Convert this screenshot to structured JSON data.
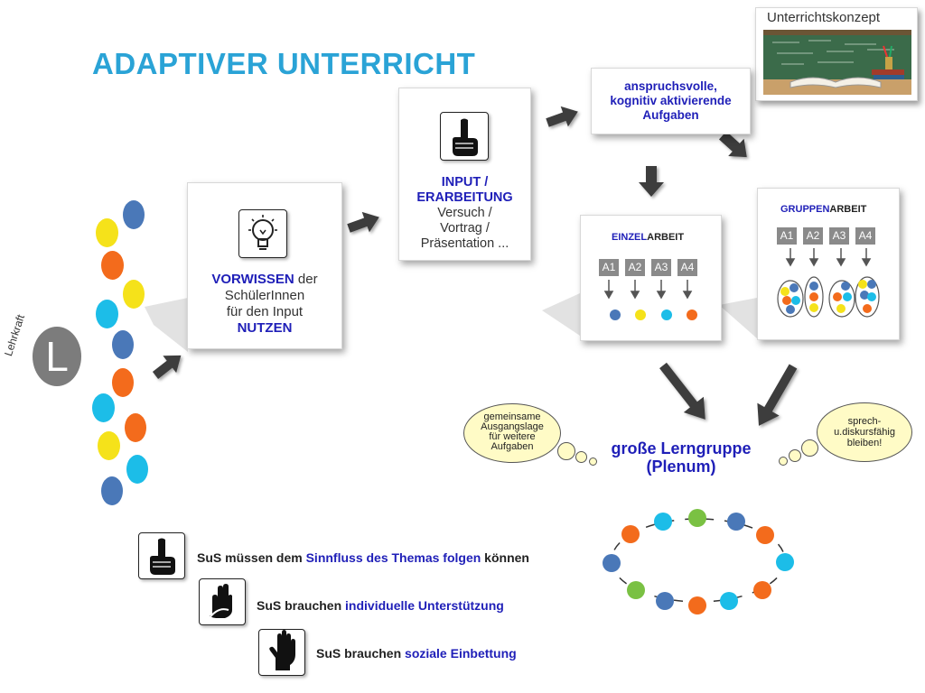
{
  "title": "ADAPTIVER UNTERRICHT",
  "concept_label": "Unterrichtskonzept",
  "teacher": {
    "letter": "L",
    "label": "Lehrkraft"
  },
  "box_vorwissen": {
    "part1": "VORWISSEN",
    "part2": " der",
    "line2": "SchülerInnen",
    "line3": "für den Input",
    "line4": "NUTZEN"
  },
  "box_input": {
    "line1": "INPUT /",
    "line2": "ERARBEITUNG",
    "line3": "Versuch /",
    "line4": "Vortrag /",
    "line5": "Präsentation ..."
  },
  "box_aufgaben": {
    "line1": "anspruchsvolle,",
    "line2": "kognitiv aktivierende",
    "line3": "Aufgaben"
  },
  "box_einzel": {
    "part1": "EINZEL",
    "part2": "ARBEIT",
    "tags": [
      "A1",
      "A2",
      "A3",
      "A4"
    ]
  },
  "box_gruppen": {
    "part1": "GRUPPEN",
    "part2": "ARBEIT",
    "tags": [
      "A1",
      "A2",
      "A3",
      "A4"
    ]
  },
  "plenum": {
    "line1": "große Lerngruppe",
    "line2": "(Plenum)"
  },
  "thought_left": {
    "line1": "gemeinsame",
    "line2": "Ausgangslage",
    "line3": "für weitere",
    "line4": "Aufgaben"
  },
  "thought_right": {
    "line1": "sprech-",
    "line2": "u.diskursfähig",
    "line3": "bleiben!"
  },
  "legend": [
    {
      "pre": "SuS müssen dem ",
      "hl": "Sinnfluss des Themas folgen",
      "post": " können",
      "icon": "pointing-hand-icon"
    },
    {
      "pre": "SuS brauchen ",
      "hl": "individuelle Unterstützung",
      "post": "",
      "icon": "helping-hand-icon"
    },
    {
      "pre": "SuS brauchen ",
      "hl": "soziale Einbettung",
      "post": "",
      "icon": "open-hand-icon"
    }
  ],
  "colors": {
    "title": "#2aa3d6",
    "highlight": "#1f1fb8",
    "blue_dot": "#4a78b8",
    "yellow_dot": "#f5e21a",
    "orange_dot": "#f36b1c",
    "cyan_dot": "#1cbde8",
    "green_dot": "#7ac143",
    "arrow": "#3c3c3c"
  }
}
